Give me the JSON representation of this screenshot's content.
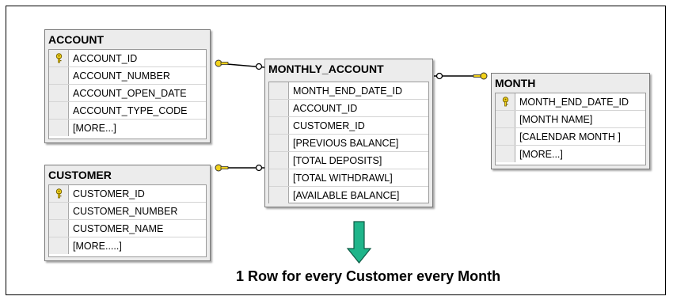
{
  "diagram": {
    "tables": {
      "account": {
        "title": "ACCOUNT",
        "columns": [
          "ACCOUNT_ID",
          "ACCOUNT_NUMBER",
          "ACCOUNT_OPEN_DATE",
          "ACCOUNT_TYPE_CODE",
          "[MORE...]"
        ]
      },
      "customer": {
        "title": "CUSTOMER",
        "columns": [
          "CUSTOMER_ID",
          "CUSTOMER_NUMBER",
          "CUSTOMER_NAME",
          "[MORE.....]"
        ]
      },
      "monthly_account": {
        "title": "MONTHLY_ACCOUNT",
        "columns": [
          "MONTH_END_DATE_ID",
          "ACCOUNT_ID",
          "CUSTOMER_ID",
          "[PREVIOUS BALANCE]",
          "[TOTAL DEPOSITS]",
          "[TOTAL WITHDRAWL]",
          "[AVAILABLE BALANCE]"
        ]
      },
      "month": {
        "title": "MONTH",
        "columns": [
          "MONTH_END_DATE_ID",
          "[MONTH NAME]",
          "[CALENDAR MONTH ]",
          "[MORE...]"
        ]
      }
    },
    "caption": "1 Row for every Customer every Month",
    "colors": {
      "arrow_fill": "#1fb58a",
      "arrow_stroke": "#0f5a45",
      "key_fill": "#f2d21b",
      "table_header": "#ececec"
    }
  }
}
